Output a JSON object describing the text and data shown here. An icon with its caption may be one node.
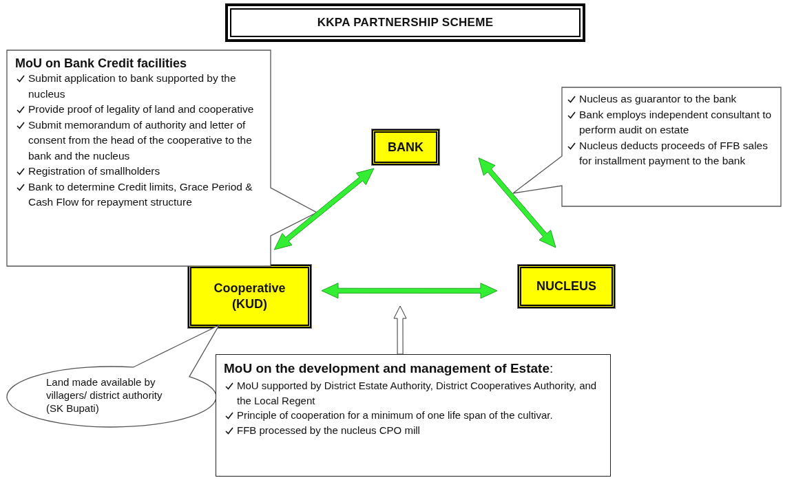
{
  "diagram": {
    "title": "KKPA PARTNERSHIP SCHEME",
    "nodes": [
      {
        "text": [
          "BANK"
        ]
      },
      {
        "text": [
          "Cooperative (KUD)"
        ]
      },
      {
        "text": [
          "NUCLEUS"
        ]
      },
      {
        "text": [
          "MoU on Bank Credit facilities",
          "Submit application to bank supported by the nucleus",
          "Provide proof of legality of land and cooperative",
          "Submit memorandum of authority and letter of consent from the head of the cooperative to the bank and the nucleus",
          "Registration of smallholders",
          "Bank to determine Credit limits, Grace Period & Cash Flow for repayment structure"
        ]
      },
      {
        "text": [
          "Nucleus as guarantor to the bank",
          "Bank employs independent consultant to perform audit on estate",
          "Nucleus deducts proceeds of FFB sales for installment payment to the bank"
        ]
      },
      {
        "text": [
          "Land made available by villagers/ district authority (SK Bupati)"
        ]
      },
      {
        "text": [
          "**MoU on the development and management of Estate**:",
          "MoU supported by District Estate Authority, District Cooperatives Authority, and the Local Regent",
          "Principle of cooperation for a minimum of one life span of the cultivar.",
          "FFB processed by the nucleus CPO mill"
        ]
      }
    ],
    "edges": [
      {
        "from": 1,
        "to": 0,
        "arrow": "both"
      },
      {
        "from": 0,
        "to": 2,
        "arrow": "both"
      },
      {
        "from": 1,
        "to": 2,
        "arrow": "both"
      },
      {
        "from": 6,
        "to": null,
        "arrow": "to",
        "color": "#ffffff"
      }
    ]
  }
}
